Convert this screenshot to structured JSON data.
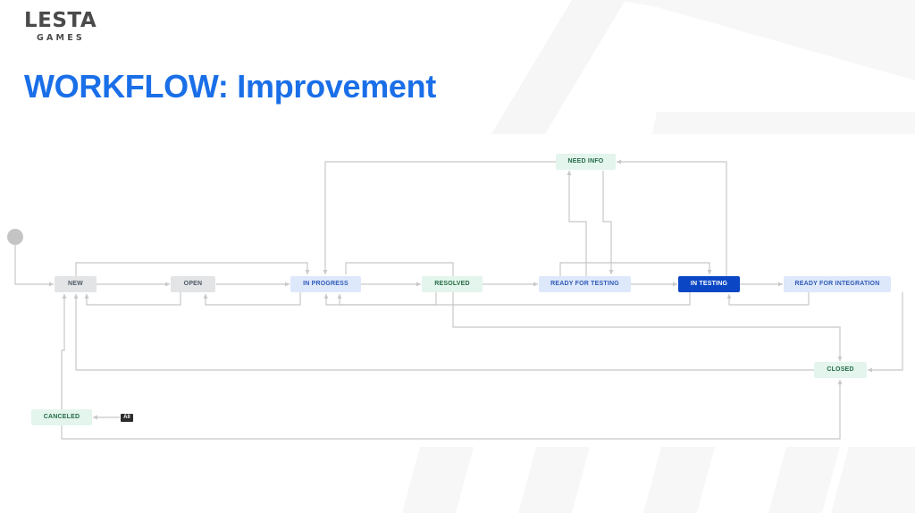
{
  "logo": {
    "main": "LESTA",
    "sub": "GAMES"
  },
  "title": "WORKFLOW: Improvement",
  "workflow": {
    "statuses": {
      "new": "NEW",
      "open": "OPEN",
      "in_progress": "IN PROGRESS",
      "resolved": "RESOLVED",
      "ready_for_testing": "READY FOR TESTING",
      "in_testing": "IN TESTING",
      "ready_for_integration": "READY FOR INTEGRATION",
      "need_info": "NEED INFO",
      "closed": "CLOSED",
      "canceled": "CANCELED"
    },
    "all_badge": "All",
    "current_status": "IN TESTING"
  },
  "colors": {
    "title": "#1a6fe8",
    "status_gray": "#e3e4e6",
    "status_blue": "#dde8fb",
    "status_green": "#e3f5ec",
    "status_active": "#0b47c4",
    "connector": "#c8c8c8"
  }
}
